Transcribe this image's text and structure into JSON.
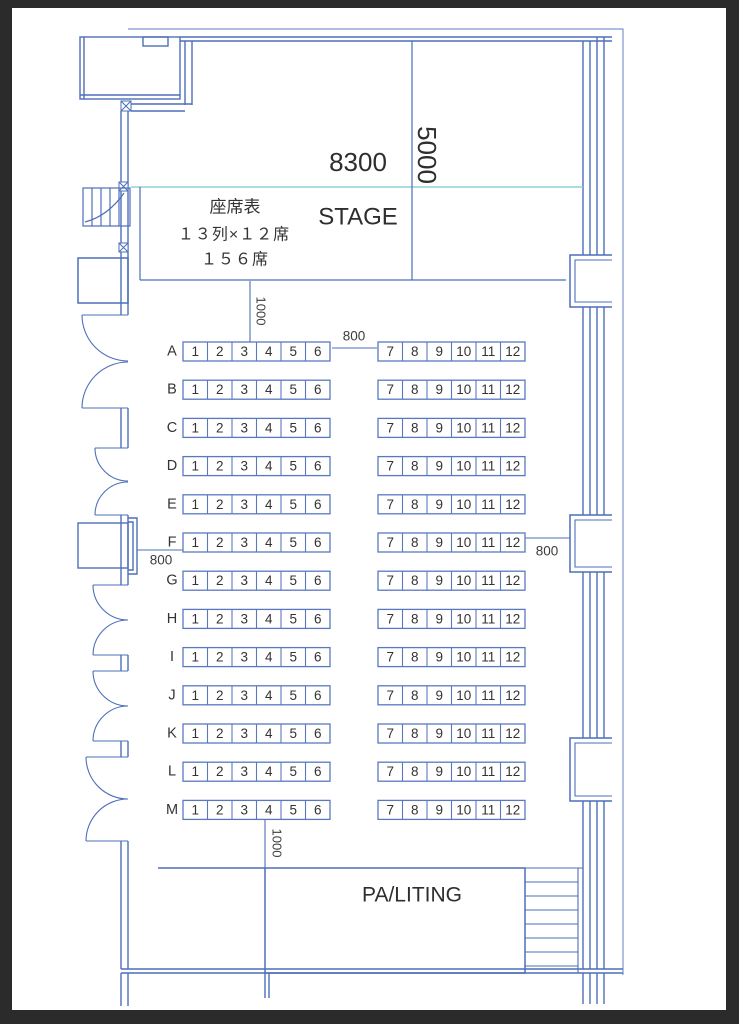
{
  "document": {
    "type": "seating-floor-plan",
    "paper_color": "#ffffff",
    "frame_color": "#2b2b2b"
  },
  "colors": {
    "wall_blue": "#4e6fba",
    "outer_blue": "#7e95cf",
    "cyan_line": "#8fd0d6",
    "seat_stroke": "#5a78c2",
    "text": "#333333"
  },
  "stage": {
    "label": "STAGE",
    "width_dim": "8300",
    "depth_dim": "5000"
  },
  "seating_info": {
    "title": "座席表",
    "layout": "１３列×１２席",
    "total": "１５６席"
  },
  "dims": {
    "stage_to_first_row": "1000",
    "center_aisle": "800",
    "left_aisle": "800",
    "right_aisle": "800",
    "last_row_to_rear": "1000"
  },
  "pa_booth": {
    "label": "PA/LITING"
  },
  "rows": {
    "letters": [
      "A",
      "B",
      "C",
      "D",
      "E",
      "F",
      "G",
      "H",
      "I",
      "J",
      "K",
      "L",
      "M"
    ],
    "left_seats": [
      "1",
      "2",
      "3",
      "4",
      "5",
      "6"
    ],
    "right_seats": [
      "7",
      "8",
      "9",
      "10",
      "11",
      "12"
    ]
  }
}
